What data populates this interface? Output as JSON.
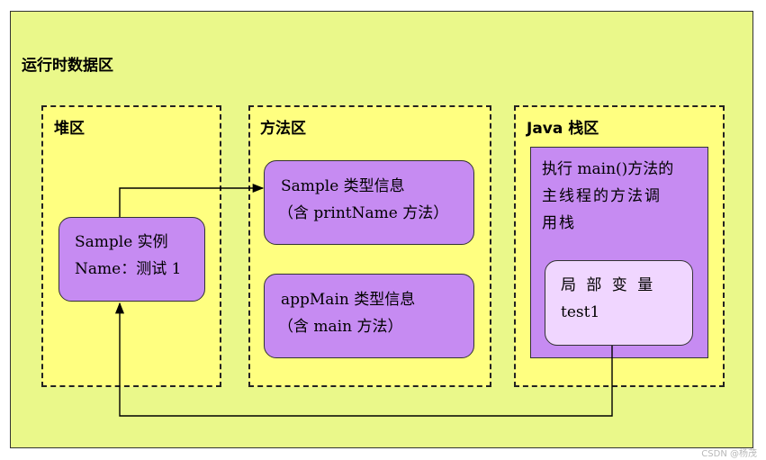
{
  "runtime_area": {
    "title": "运行时数据区"
  },
  "heap": {
    "title": "堆区",
    "instance": {
      "line1": "Sample 实例",
      "line2": "Name：测试 1"
    }
  },
  "method_area": {
    "title": "方法区",
    "sample_type": {
      "line1": "Sample 类型信息",
      "line2": "（含 printName 方法）"
    },
    "appmain_type": {
      "line1": "appMain 类型信息",
      "line2": "（含 main 方法）"
    }
  },
  "java_stack": {
    "title": "Java 栈区",
    "frame": {
      "line1": "执行 main()方法的",
      "line2": "主线程的方法调",
      "line3": "用栈"
    },
    "local_var": {
      "line1": "局 部 变 量",
      "line2": "test1"
    }
  },
  "watermark": "CSDN @杨茂",
  "colors": {
    "outer_background": "#eaf88a",
    "region_background": "#ffff80",
    "box_fill": "#c68bf2",
    "local_var_fill": "#f0d6ff"
  }
}
